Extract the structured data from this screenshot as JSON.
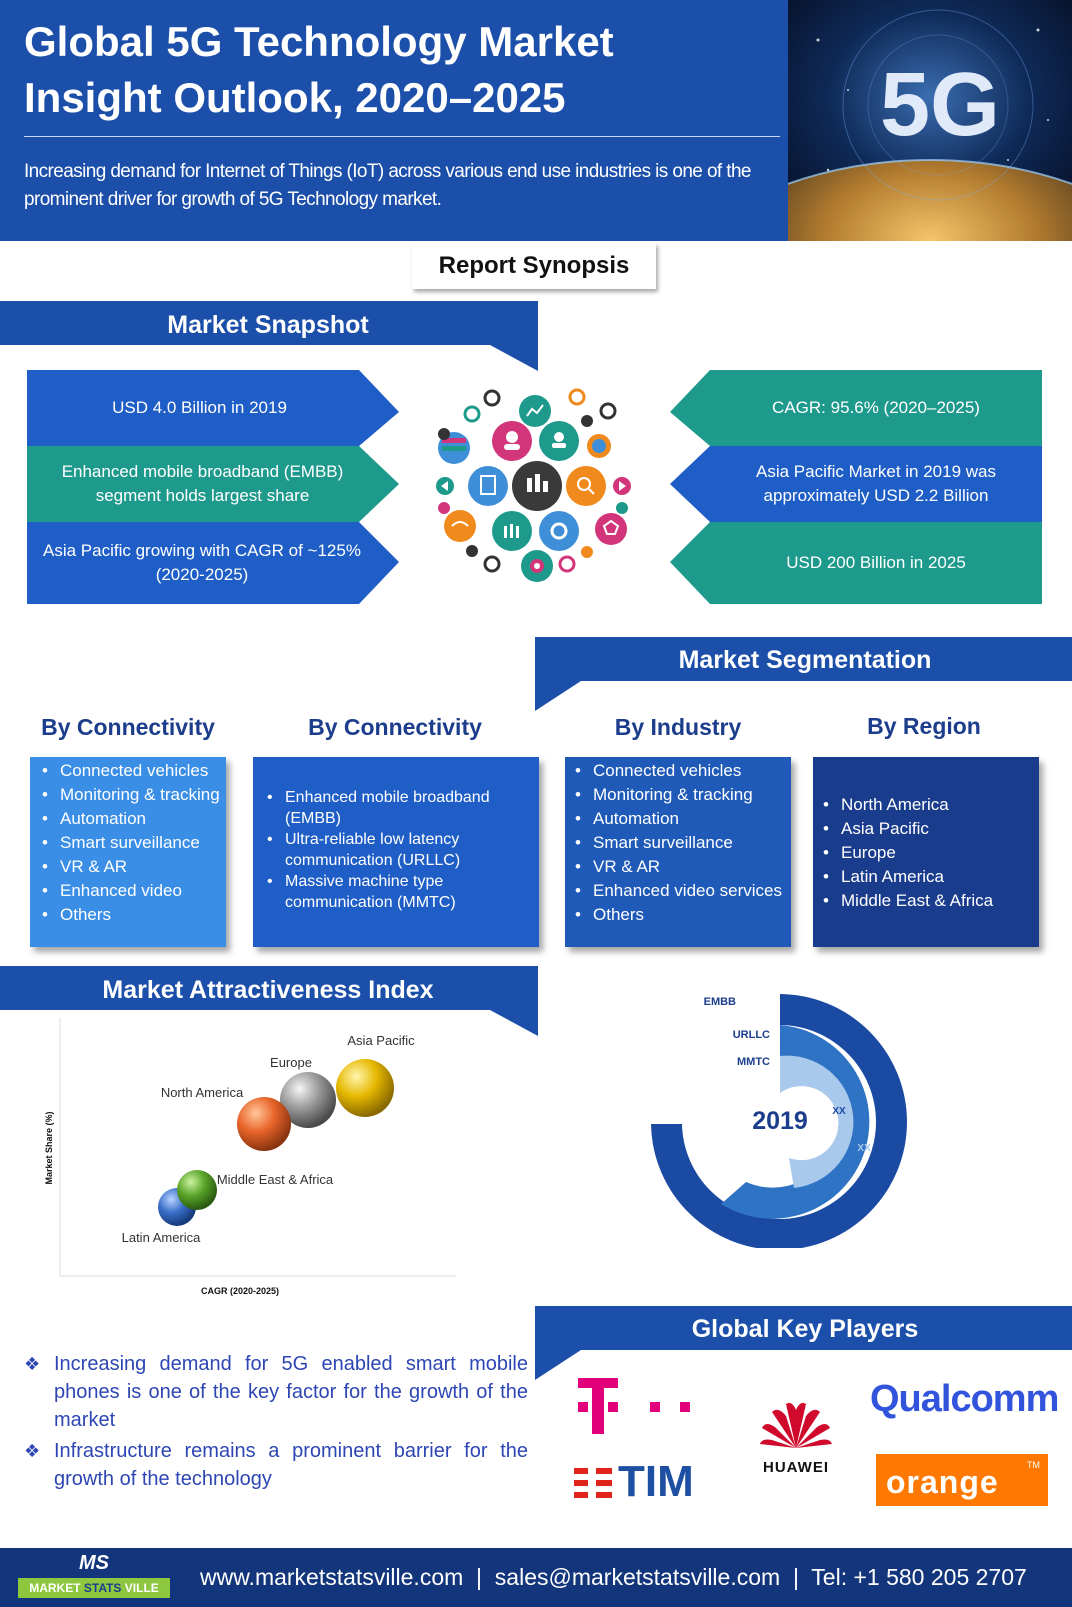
{
  "header": {
    "title_line1": "Global 5G Technology Market",
    "title_line2": "Insight Outlook, 2020–2025",
    "subtitle": "Increasing demand for Internet of Things (IoT) across various end use industries is one of the prominent driver for growth of 5G Technology market.",
    "hero_text": "5G"
  },
  "synopsis": {
    "label": "Report Synopsis"
  },
  "snapshot": {
    "heading": "Market Snapshot",
    "left": [
      "USD 4.0 Billion in 2019",
      "Enhanced mobile broadband (EMBB) segment holds largest share",
      "Asia Pacific growing with CAGR of ~125% (2020-2025)"
    ],
    "right": [
      "CAGR: 95.6% (2020–2025)",
      "Asia Pacific Market in 2019 was approximately USD 2.2 Billion",
      "USD 200 Billion in 2025"
    ],
    "colors": {
      "blue": "#1f5ec6",
      "teal": "#1e9a8d"
    }
  },
  "segmentation": {
    "heading": "Market Segmentation",
    "columns": [
      {
        "title": "By Connectivity",
        "items": [
          "Connected vehicles",
          "Monitoring & tracking",
          "Automation",
          "Smart surveillance",
          "VR & AR",
          "Enhanced video",
          "Others"
        ]
      },
      {
        "title": "By Connectivity",
        "items": [
          "Enhanced mobile broadband (EMBB)",
          "Ultra-reliable low latency communication (URLLC)",
          "Massive machine type communication (MMTC)"
        ]
      },
      {
        "title": "By Industry",
        "items": [
          "Connected vehicles",
          "Monitoring & tracking",
          "Automation",
          "Smart surveillance",
          "VR & AR",
          "Enhanced video services",
          "Others"
        ]
      },
      {
        "title": "By Region",
        "items": [
          "North America",
          "Asia Pacific",
          "Europe",
          "Latin America",
          "Middle East & Africa"
        ]
      }
    ]
  },
  "attractiveness": {
    "heading": "Market Attractiveness Index",
    "ylabel": "Market Share (%)",
    "xlabel": "CAGR (2020-2025)",
    "bubbles": [
      {
        "label": "Asia Pacific",
        "color": "#e6b800"
      },
      {
        "label": "Europe",
        "color": "#9a9a9a"
      },
      {
        "label": "North America",
        "color": "#e8642a"
      },
      {
        "label": "Middle East & Africa",
        "color": "#5aa42a"
      },
      {
        "label": "Latin America",
        "color": "#3b6fc9"
      }
    ]
  },
  "donut": {
    "year": "2019",
    "rings": [
      {
        "label": "EMBB",
        "value_label": "",
        "color": "#1b4aa3"
      },
      {
        "label": "URLLC",
        "value_label": "XX",
        "color": "#2f73c4"
      },
      {
        "label": "MMTC",
        "value_label": "XX",
        "color": "#a8c8ec"
      }
    ]
  },
  "insights": [
    "Increasing demand for 5G enabled smart mobile phones is one of the key factor for the growth of the market",
    "Infrastructure remains a prominent barrier for the growth of the technology"
  ],
  "key_players": {
    "heading": "Global Key Players",
    "logos": [
      "T",
      "Qualcomm",
      "HUAWEI",
      "TIM",
      "orange"
    ],
    "trademark": "TM",
    "colors": {
      "telekom": "#e2007a",
      "qualcomm": "#3253dc",
      "tim": "#1d4fa3",
      "huawei": "#cf0a2c",
      "orange": "#ff7900"
    }
  },
  "footer": {
    "logo_mark": "MS",
    "logo_text_1": "MARKET",
    "logo_text_2": "STATS",
    "logo_text_3": "VILLE",
    "contact": "www.marketstatsville.com  |  sales@marketstatsville.com  |  Tel: +1 580 205 2707"
  }
}
